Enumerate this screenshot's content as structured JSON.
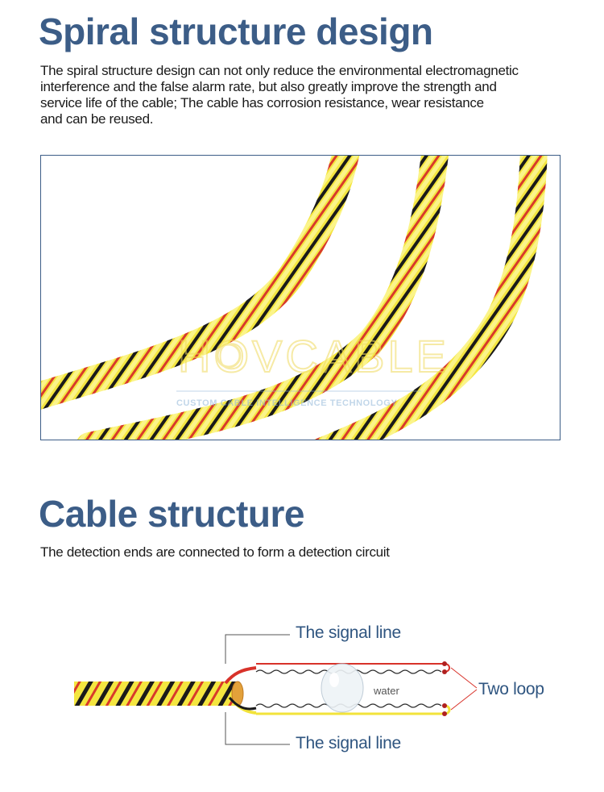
{
  "spiral_section": {
    "title": "Spiral structure design",
    "description_lines": [
      "The spiral structure design can not only reduce the environmental electromagnetic",
      "interference and the false alarm rate, but also greatly improve the strength and",
      "service life of the cable; The cable has corrosion resistance, wear resistance",
      "and can be reused."
    ],
    "photo": {
      "watermark_brand": "HOVCABLE",
      "watermark_tagline": "CUSTOM CABLE INTELLIGENCE TECHNOLOGY",
      "cable_color": "#f2e33a",
      "stripe_colors": [
        "#1a1a1a",
        "#d83a2a"
      ]
    }
  },
  "cable_section": {
    "title": "Cable structure",
    "description": "The detection ends are connected to form a detection circuit",
    "diagram": {
      "top_label": "The signal line",
      "bottom_label": "The signal line",
      "right_label": "Two loop",
      "water_label": "water",
      "label_color": "#2f5580",
      "wire_colors": [
        "#d8322a",
        "#f2e33a"
      ]
    }
  }
}
